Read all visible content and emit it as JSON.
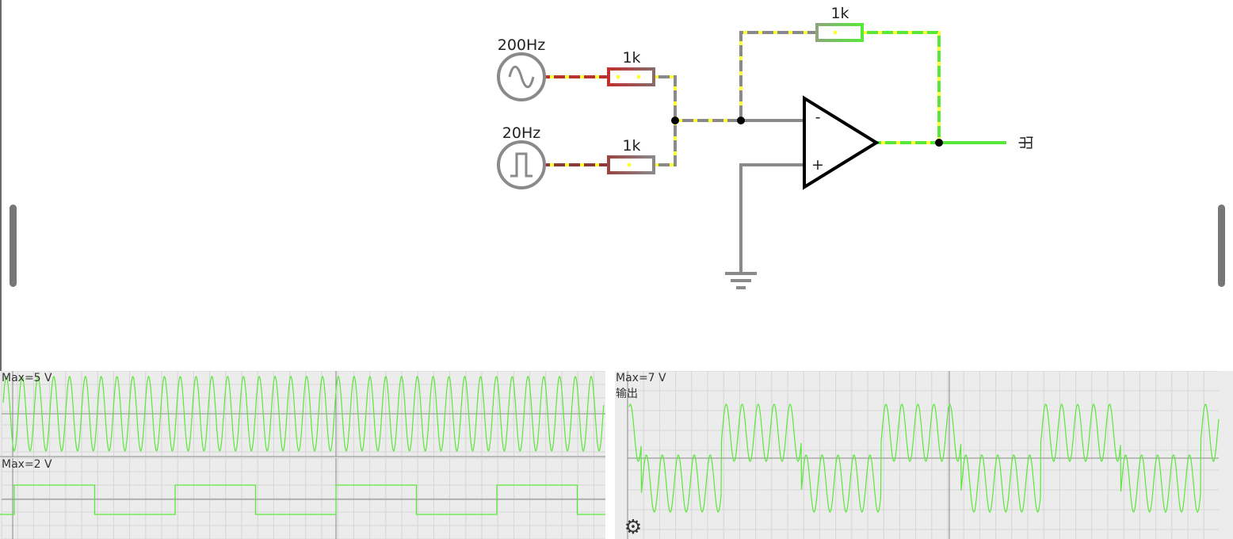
{
  "circuit": {
    "sources": [
      {
        "freq_label": "200Hz",
        "waveform": "sine",
        "icon": "sine-wave-icon"
      },
      {
        "freq_label": "20Hz",
        "waveform": "square",
        "icon": "square-wave-icon"
      }
    ],
    "resistors": [
      {
        "label": "1k"
      },
      {
        "label": "1k"
      },
      {
        "label": "1k"
      }
    ],
    "opamp": {
      "minus_label": "-",
      "plus_label": "+"
    },
    "output_label": "出",
    "colors": {
      "wire_idle": "#8a8a8a",
      "wire_low": "#b83232",
      "wire_high": "#59e83a",
      "current_dot": "#ffff33",
      "component": "#000000"
    }
  },
  "scopes": {
    "left": {
      "top": {
        "label": "Max=5 V",
        "signal": "sine",
        "cycles": 38
      },
      "bottom": {
        "label": "Max=2 V",
        "signal": "square",
        "cycles": 3.8
      }
    },
    "right": {
      "label": "Max=7 V",
      "sublabel": "输出",
      "signal": "sum of sine and square",
      "settings_icon": "gear-icon",
      "trace_color": "#59e83a",
      "background": "#ececec"
    }
  }
}
